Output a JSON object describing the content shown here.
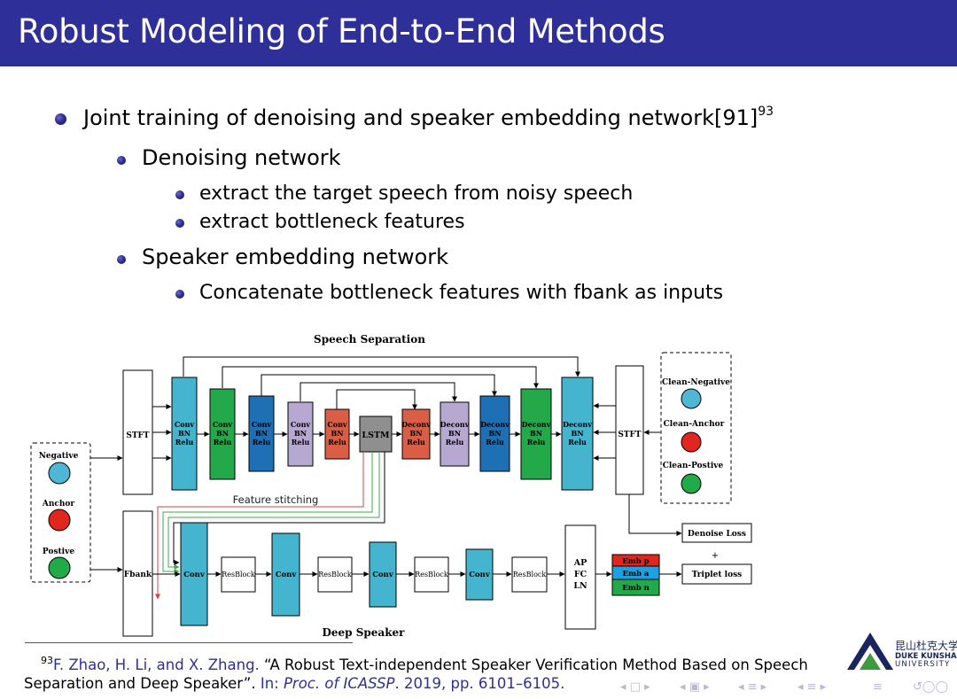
{
  "slide": {
    "title": "Robust Modeling of End-to-End Methods"
  },
  "bullets": {
    "joint_training": "Joint training of denoising and speaker embedding network[91]",
    "joint_training_footnote_mark": "93",
    "denoising_network": "Denoising network",
    "extract_target": "extract the target speech from noisy speech",
    "extract_bottleneck": "extract bottleneck features",
    "speaker_embedding_network": "Speaker embedding network",
    "concatenate": "Concatenate bottleneck features with fbank as inputs"
  },
  "diagram": {
    "speech_separation_label": "Speech Separation",
    "deep_speaker_label": "Deep Speaker",
    "feature_stitching_label": "Feature stitching",
    "stft_left": "STFT",
    "stft_right": "STFT",
    "fbank": "Fbank",
    "lstm": "LSTM",
    "conv_block_lines": [
      "Conv",
      "BN",
      "Relu"
    ],
    "deconv_block_lines": [
      "Deconv",
      "BN",
      "Relu"
    ],
    "negative": "Negative",
    "anchor": "Anchor",
    "postive": "Postive",
    "clean_negative": "Clean-Negative",
    "clean_anchor": "Clean-Anchor",
    "clean_postive": "Clean-Postive",
    "conv": "Conv",
    "resblock": "ResBlock",
    "ap_fc_ln": [
      "AP",
      "FC",
      "LN"
    ],
    "emb_p": "Emb p",
    "emb_a": "Emb a",
    "emb_n": "Emb n",
    "denoise_loss": "Denoise Loss",
    "plus": "+",
    "triplet_loss": "Triplet loss",
    "colors": {
      "cyan": "#45b4cf",
      "green": "#23a84a",
      "blue": "#1f6fb5",
      "lavender": "#b7a8d2",
      "red": "#d95e45",
      "gray": "#8f8f8f",
      "dot_cyan": "#4fb6d4",
      "dot_red": "#e0261f",
      "dot_green": "#22a94a",
      "emb_red": "#e0261f",
      "emb_blue": "#1fa0e0",
      "emb_green": "#22a94a"
    }
  },
  "footnote": {
    "number": "93",
    "authors": "F. Zhao, H. Li, and X. Zhang.",
    "title_part": "“A Robust Text-independent Speaker Verification Method Based on Speech",
    "title_part2": "Separation and Deep Speaker”.",
    "in_label": "In:",
    "venue": "Proc. of ICASSP",
    "details": ". 2019, pp. 6101–6105."
  },
  "logo": {
    "chinese_name": "昆山杜克大学",
    "english_line1": "DUKE KUNSHAN",
    "english_line2": "UNIVERSITY"
  },
  "nav_icons": [
    "nav-prev-frame-icon",
    "nav-prev-section-icon",
    "nav-prev-subsection-icon",
    "nav-outline-icon",
    "nav-search-icon"
  ]
}
